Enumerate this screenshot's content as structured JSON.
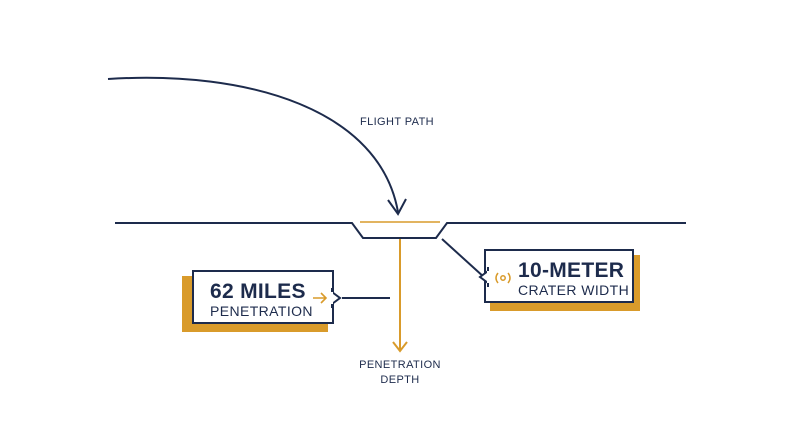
{
  "labels": {
    "flight_path": "FLIGHT PATH",
    "penetration_depth_line1": "PENETRATION",
    "penetration_depth_line2": "DEPTH"
  },
  "callouts": {
    "penetration": {
      "value": "62 MILES",
      "caption": "PENETRATION"
    },
    "crater": {
      "value": "10-METER",
      "caption": "CRATER WIDTH"
    }
  },
  "colors": {
    "navy": "#1d2b4c",
    "gold": "#d99b2b",
    "background": "#ffffff"
  },
  "icons": {
    "penetration": "arrow-right-icon",
    "crater": "crater-waves-icon"
  }
}
